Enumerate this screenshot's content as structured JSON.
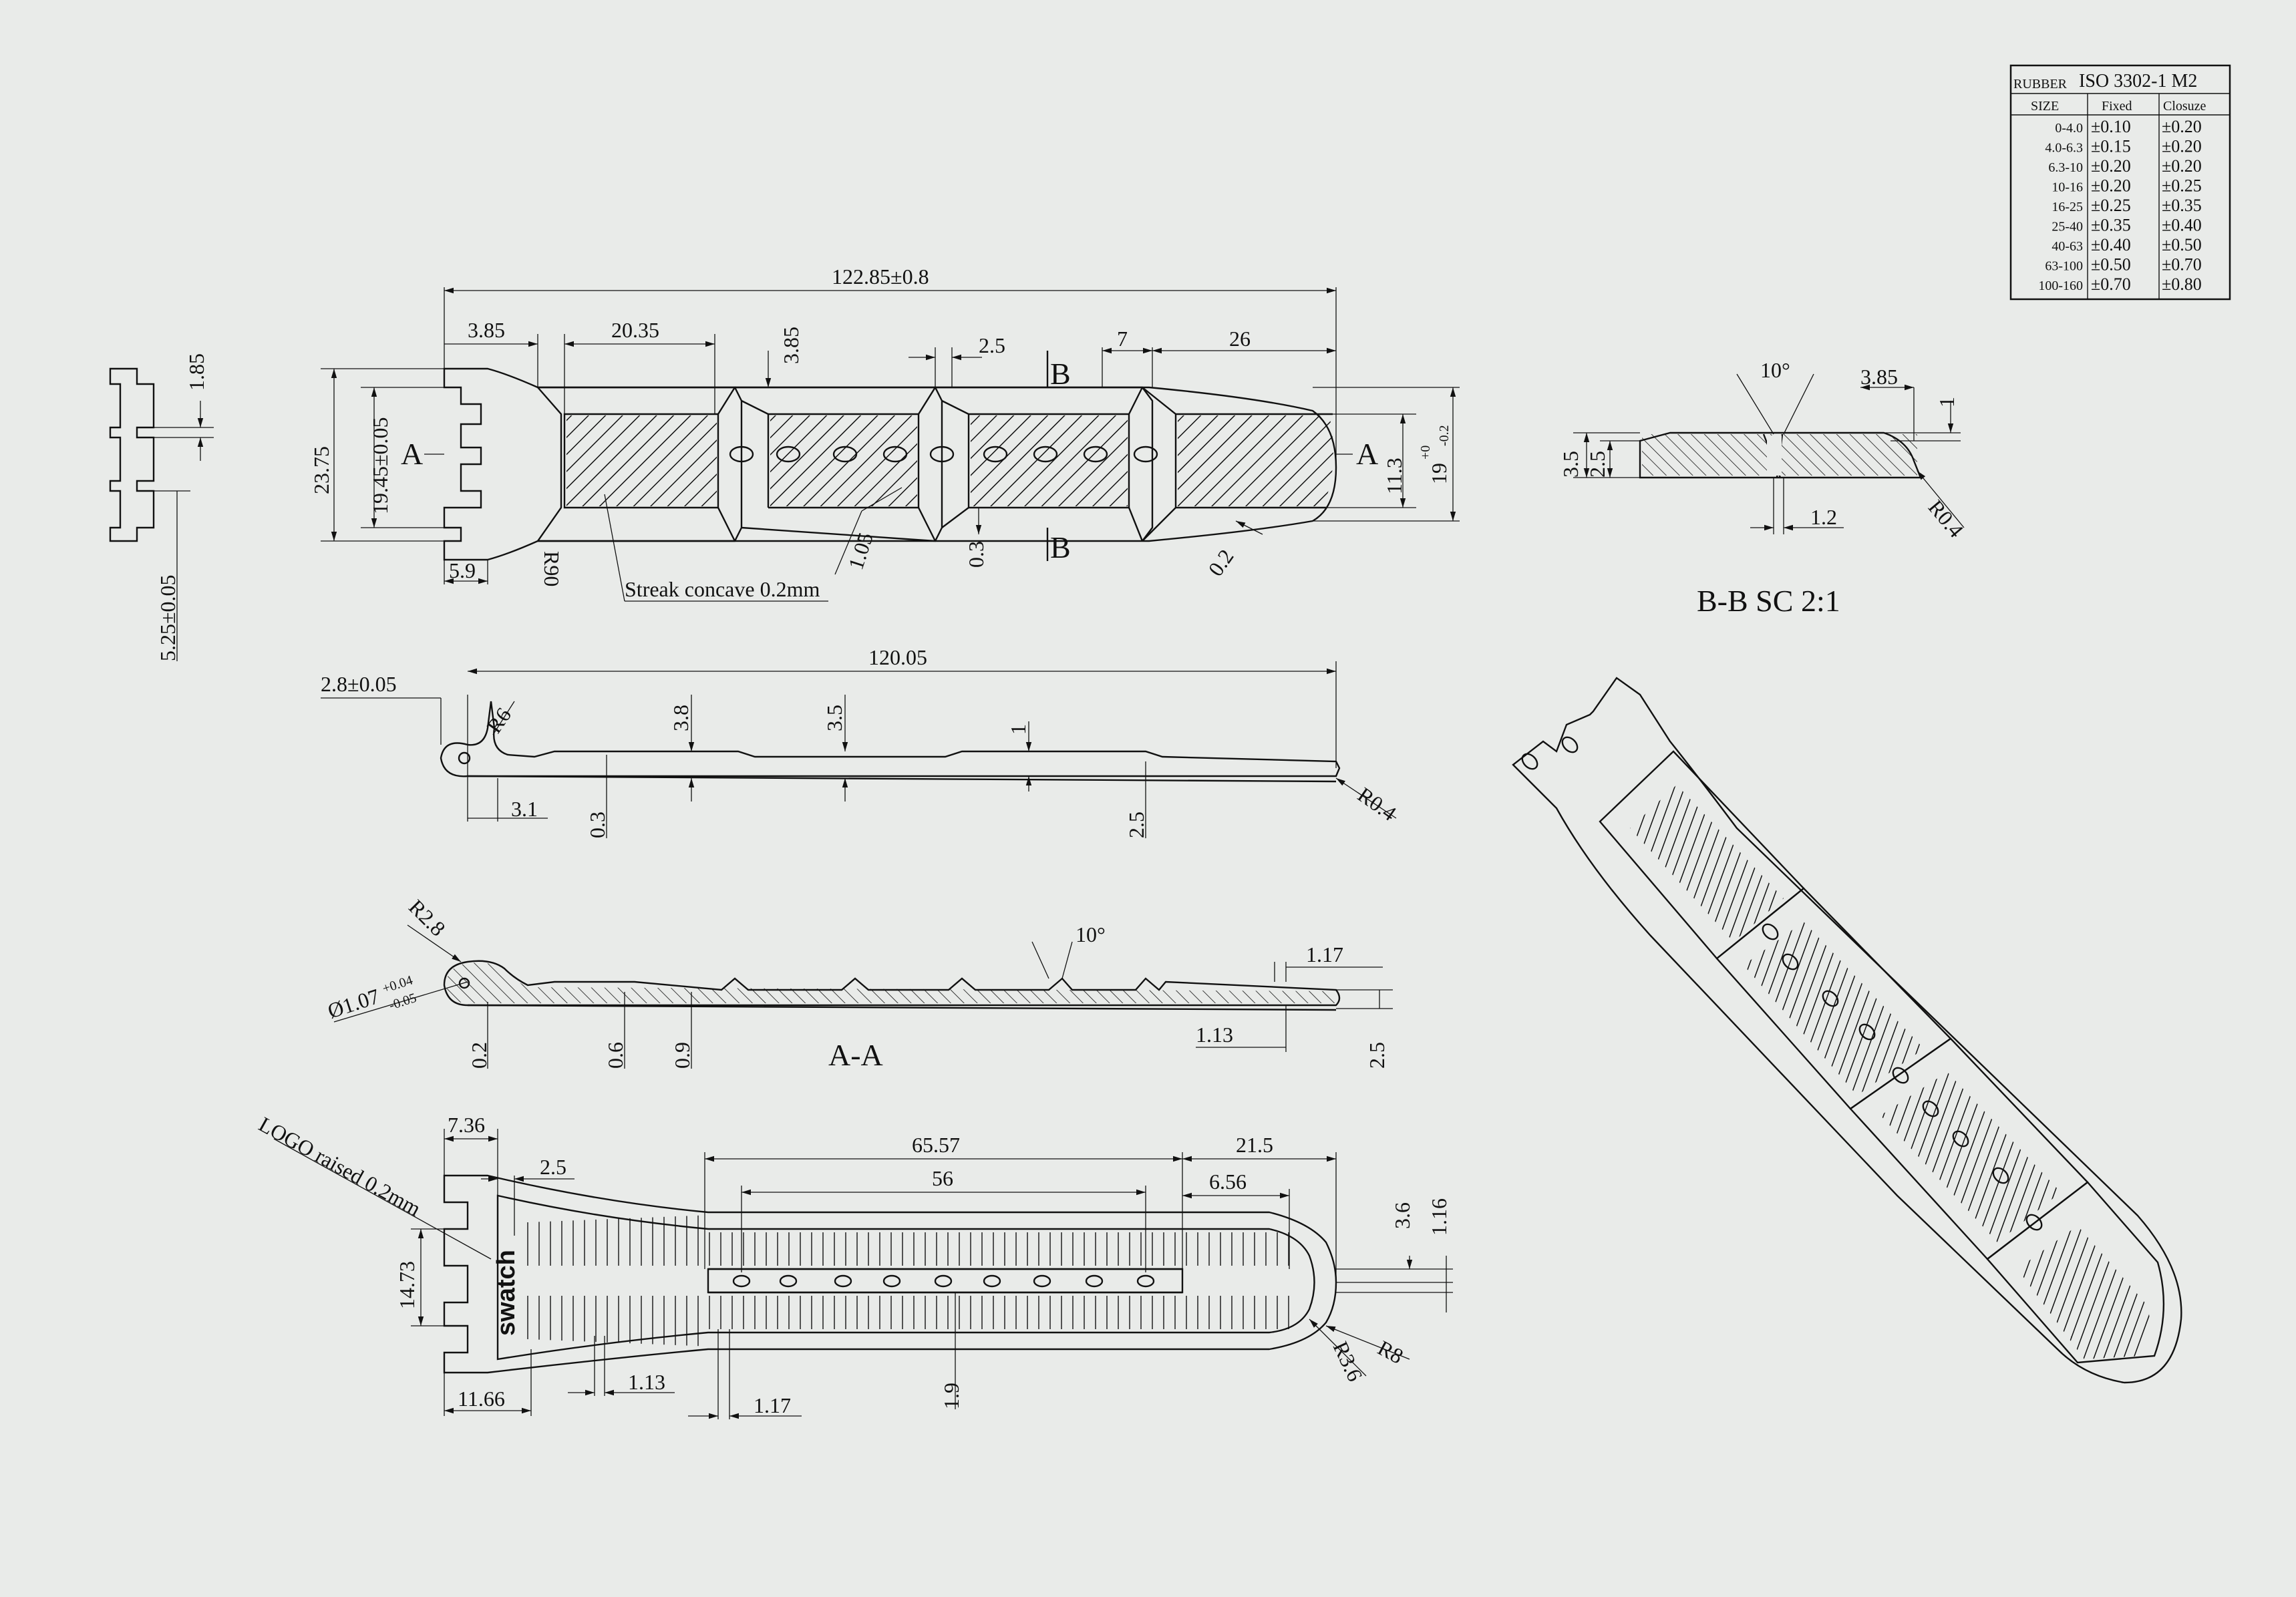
{
  "tolerance_table": {
    "header_material": "RUBBER",
    "header_standard": "ISO 3302-1 M2",
    "columns": [
      "SIZE",
      "Fixed",
      "Closuze"
    ],
    "rows": [
      [
        "0-4.0",
        "±0.10",
        "±0.20"
      ],
      [
        "4.0-6.3",
        "±0.15",
        "±0.20"
      ],
      [
        "6.3-10",
        "±0.20",
        "±0.20"
      ],
      [
        "10-16",
        "±0.20",
        "±0.25"
      ],
      [
        "16-25",
        "±0.25",
        "±0.35"
      ],
      [
        "25-40",
        "±0.35",
        "±0.40"
      ],
      [
        "40-63",
        "±0.40",
        "±0.50"
      ],
      [
        "63-100",
        "±0.50",
        "±0.70"
      ],
      [
        "100-160",
        "±0.70",
        "±0.80"
      ]
    ]
  },
  "top_view": {
    "overall": "122.85±0.8",
    "d_385_left": "3.85",
    "d_2035": "20.35",
    "d_385_top": "3.85",
    "d_25": "2.5",
    "d_7": "7",
    "d_26": "26",
    "d_2375": "23.75",
    "d_1945": "19.45±0.05",
    "d_113": "11.3",
    "d_19_base": "19",
    "d_19_plus": "+0",
    "d_19_minus": "-0.2",
    "d_59": "5.9",
    "d_r90": "R90",
    "d_105": "1.05",
    "d_03": "0.3",
    "d_02": "0.2",
    "streak": "Streak concave 0.2mm",
    "sec_a": "A",
    "sec_b": "B"
  },
  "end_view": {
    "d_185": "1.85",
    "d_525": "5.25±0.05"
  },
  "section_bb": {
    "d_10deg": "10°",
    "d_385": "3.85",
    "d_1": "1",
    "d_35": "3.5",
    "d_25": "2.5",
    "d_r04": "R0.4",
    "d_12": "1.2",
    "title": "B-B SC 2:1"
  },
  "side_view": {
    "d_28": "2.8±0.05",
    "d_12005": "120.05",
    "d_r6": "R6",
    "d_38": "3.8",
    "d_35": "3.5",
    "d_1": "1",
    "d_31": "3.1",
    "d_03": "0.3",
    "d_25": "2.5",
    "d_r04": "R0.4"
  },
  "section_aa": {
    "d_r28": "R2.8",
    "d_dia_base": "Ø1.07",
    "d_dia_plus": "+0.04",
    "d_dia_minus": "-0.05",
    "d_10deg": "10°",
    "d_117": "1.17",
    "d_02": "0.2",
    "d_06": "0.6",
    "d_09": "0.9",
    "d_113": "1.13",
    "d_25": "2.5",
    "title": "A-A"
  },
  "bottom_view": {
    "logo_note": "LOGO raised 0.2mm",
    "logo_text": "swatch",
    "d_736": "7.36",
    "d_25": "2.5",
    "d_6557": "65.57",
    "d_56": "56",
    "d_215": "21.5",
    "d_656": "6.56",
    "d_36": "3.6",
    "d_116": "1.16",
    "d_1473": "14.73",
    "d_1166": "11.66",
    "d_113": "1.13",
    "d_117": "1.17",
    "d_19": "1.9",
    "d_r36": "R3.6",
    "d_r8": "R8"
  }
}
